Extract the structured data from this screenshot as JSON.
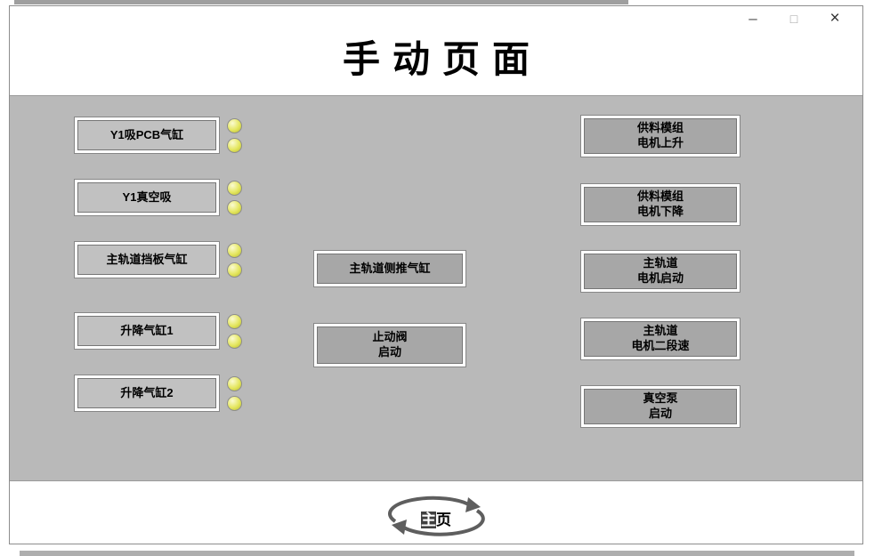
{
  "colors": {
    "panel": "#b9b9b9",
    "btn-light": "#c1c1c1",
    "btn-dark": "#a7a7a7",
    "indicator": "#e4e65e"
  },
  "window": {
    "minimize": "–",
    "maximize": "□",
    "close": "×"
  },
  "header": {
    "title": "手动页面"
  },
  "left_buttons": [
    {
      "label": "Y1吸PCB气缸"
    },
    {
      "label": "Y1真空吸"
    },
    {
      "label": "主轨道挡板气缸"
    },
    {
      "label": "升降气缸1"
    },
    {
      "label": "升降气缸2"
    }
  ],
  "middle_buttons": [
    {
      "label": "主轨道侧推气缸"
    },
    {
      "label": "止动阀\n启动"
    }
  ],
  "right_buttons": [
    {
      "label": "供料模组\n电机上升"
    },
    {
      "label": "供料模组\n电机下降"
    },
    {
      "label": "主轨道\n电机启动"
    },
    {
      "label": "主轨道\n电机二段速"
    },
    {
      "label": "真空泵\n启动"
    }
  ],
  "footer": {
    "home_label": "主页"
  }
}
